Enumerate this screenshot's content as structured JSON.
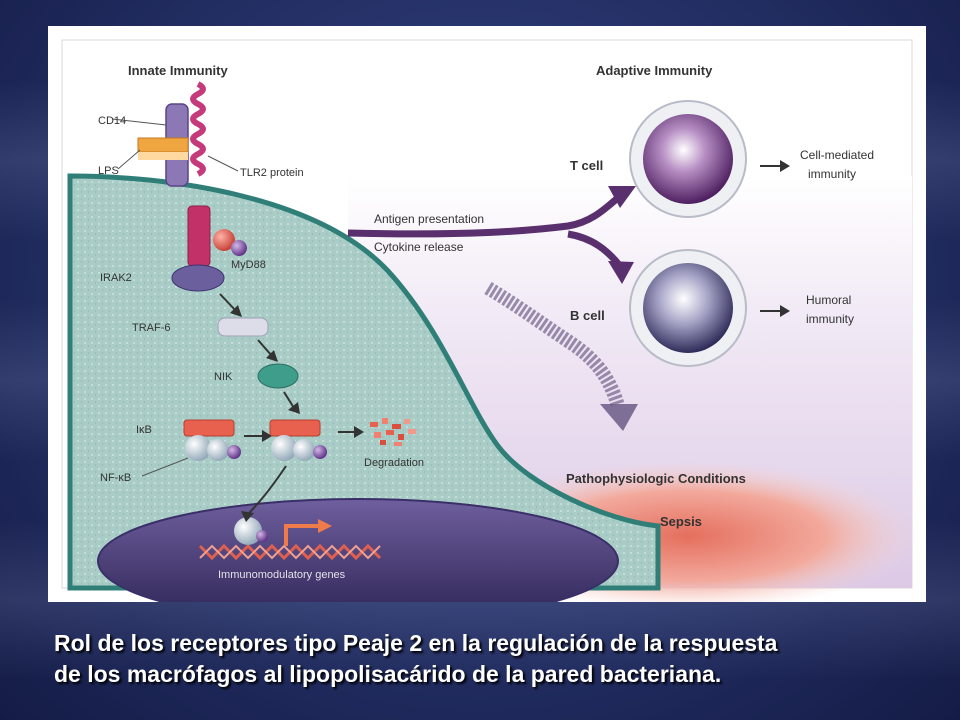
{
  "diagram": {
    "innate_heading": "Innate Immunity",
    "adaptive_heading": "Adaptive Immunity",
    "labels": {
      "cd14": "CD14",
      "lps": "LPS",
      "tlr2": "TLR2 protein",
      "myd88": "MyD88",
      "irak2": "IRAK2",
      "traf6": "TRAF-6",
      "nik": "NIK",
      "ikb": "IκB",
      "nfkb": "NF-κB",
      "degradation": "Degradation",
      "genes": "Immunomodulatory genes",
      "antigen": "Antigen presentation",
      "cytokine": "Cytokine release",
      "tcell": "T cell",
      "bcell": "B cell",
      "cell_mediated_1": "Cell-mediated",
      "cell_mediated_2": "immunity",
      "humoral_1": "Humoral",
      "humoral_2": "immunity",
      "patho": "Pathophysiologic Conditions",
      "sepsis": "Sepsis"
    }
  },
  "caption": {
    "line1": "Rol de los receptores tipo Peaje 2 en la regulación de la respuesta",
    "line2": "de los macrófagos al lipopolisacárido de la pared bacteriana."
  },
  "colors": {
    "cell_fill": "#a9cdc6",
    "nucleus": "#4d3f7d",
    "adaptive_bg": "#e8dcef",
    "sepsis": "#e98a7c"
  }
}
